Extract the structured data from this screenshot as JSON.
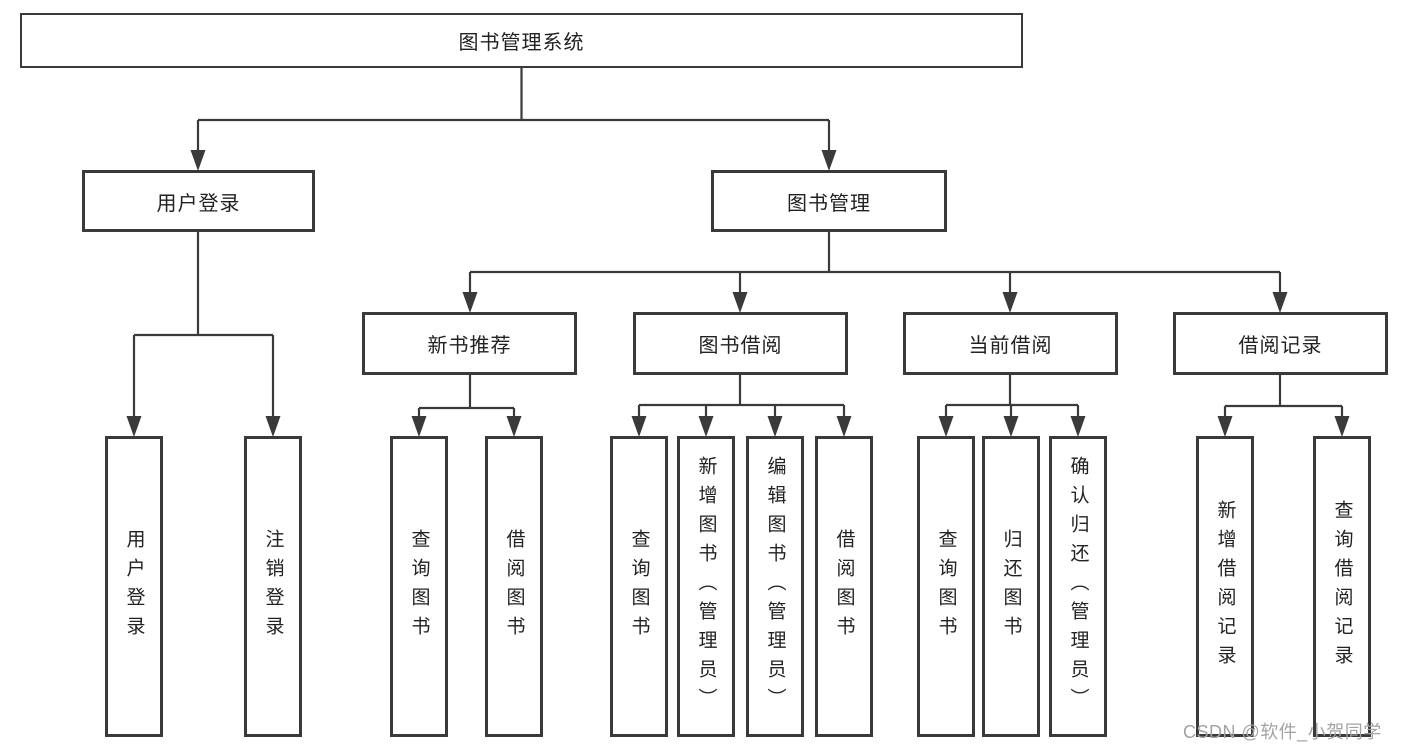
{
  "diagram": {
    "type": "tree",
    "root": {
      "label": "图书管理系统"
    },
    "level2": [
      {
        "label": "用户登录"
      },
      {
        "label": "图书管理"
      }
    ],
    "level3": [
      {
        "label": "新书推荐"
      },
      {
        "label": "图书借阅"
      },
      {
        "label": "当前借阅"
      },
      {
        "label": "借阅记录"
      }
    ],
    "leaves": {
      "login": [
        {
          "label": "用户登录"
        },
        {
          "label": "注销登录"
        }
      ],
      "recommend": [
        {
          "label": "查询图书"
        },
        {
          "label": "借阅图书"
        }
      ],
      "borrow": [
        {
          "label": "查询图书"
        },
        {
          "label": "新增图书（管理员）"
        },
        {
          "label": "编辑图书（管理员）"
        },
        {
          "label": "借阅图书"
        }
      ],
      "current": [
        {
          "label": "查询图书"
        },
        {
          "label": "归还图书"
        },
        {
          "label": "确认归还（管理员）"
        }
      ],
      "records": [
        {
          "label": "新增借阅记录"
        },
        {
          "label": "查询借阅记录"
        }
      ]
    }
  },
  "watermark": {
    "text": "CSDN @软件_小贺同学"
  },
  "colors": {
    "line": "#3a3a3a",
    "box_border": "#3a3a3a",
    "text": "#222222",
    "watermark": "#a3a3a3",
    "background": "#ffffff"
  }
}
